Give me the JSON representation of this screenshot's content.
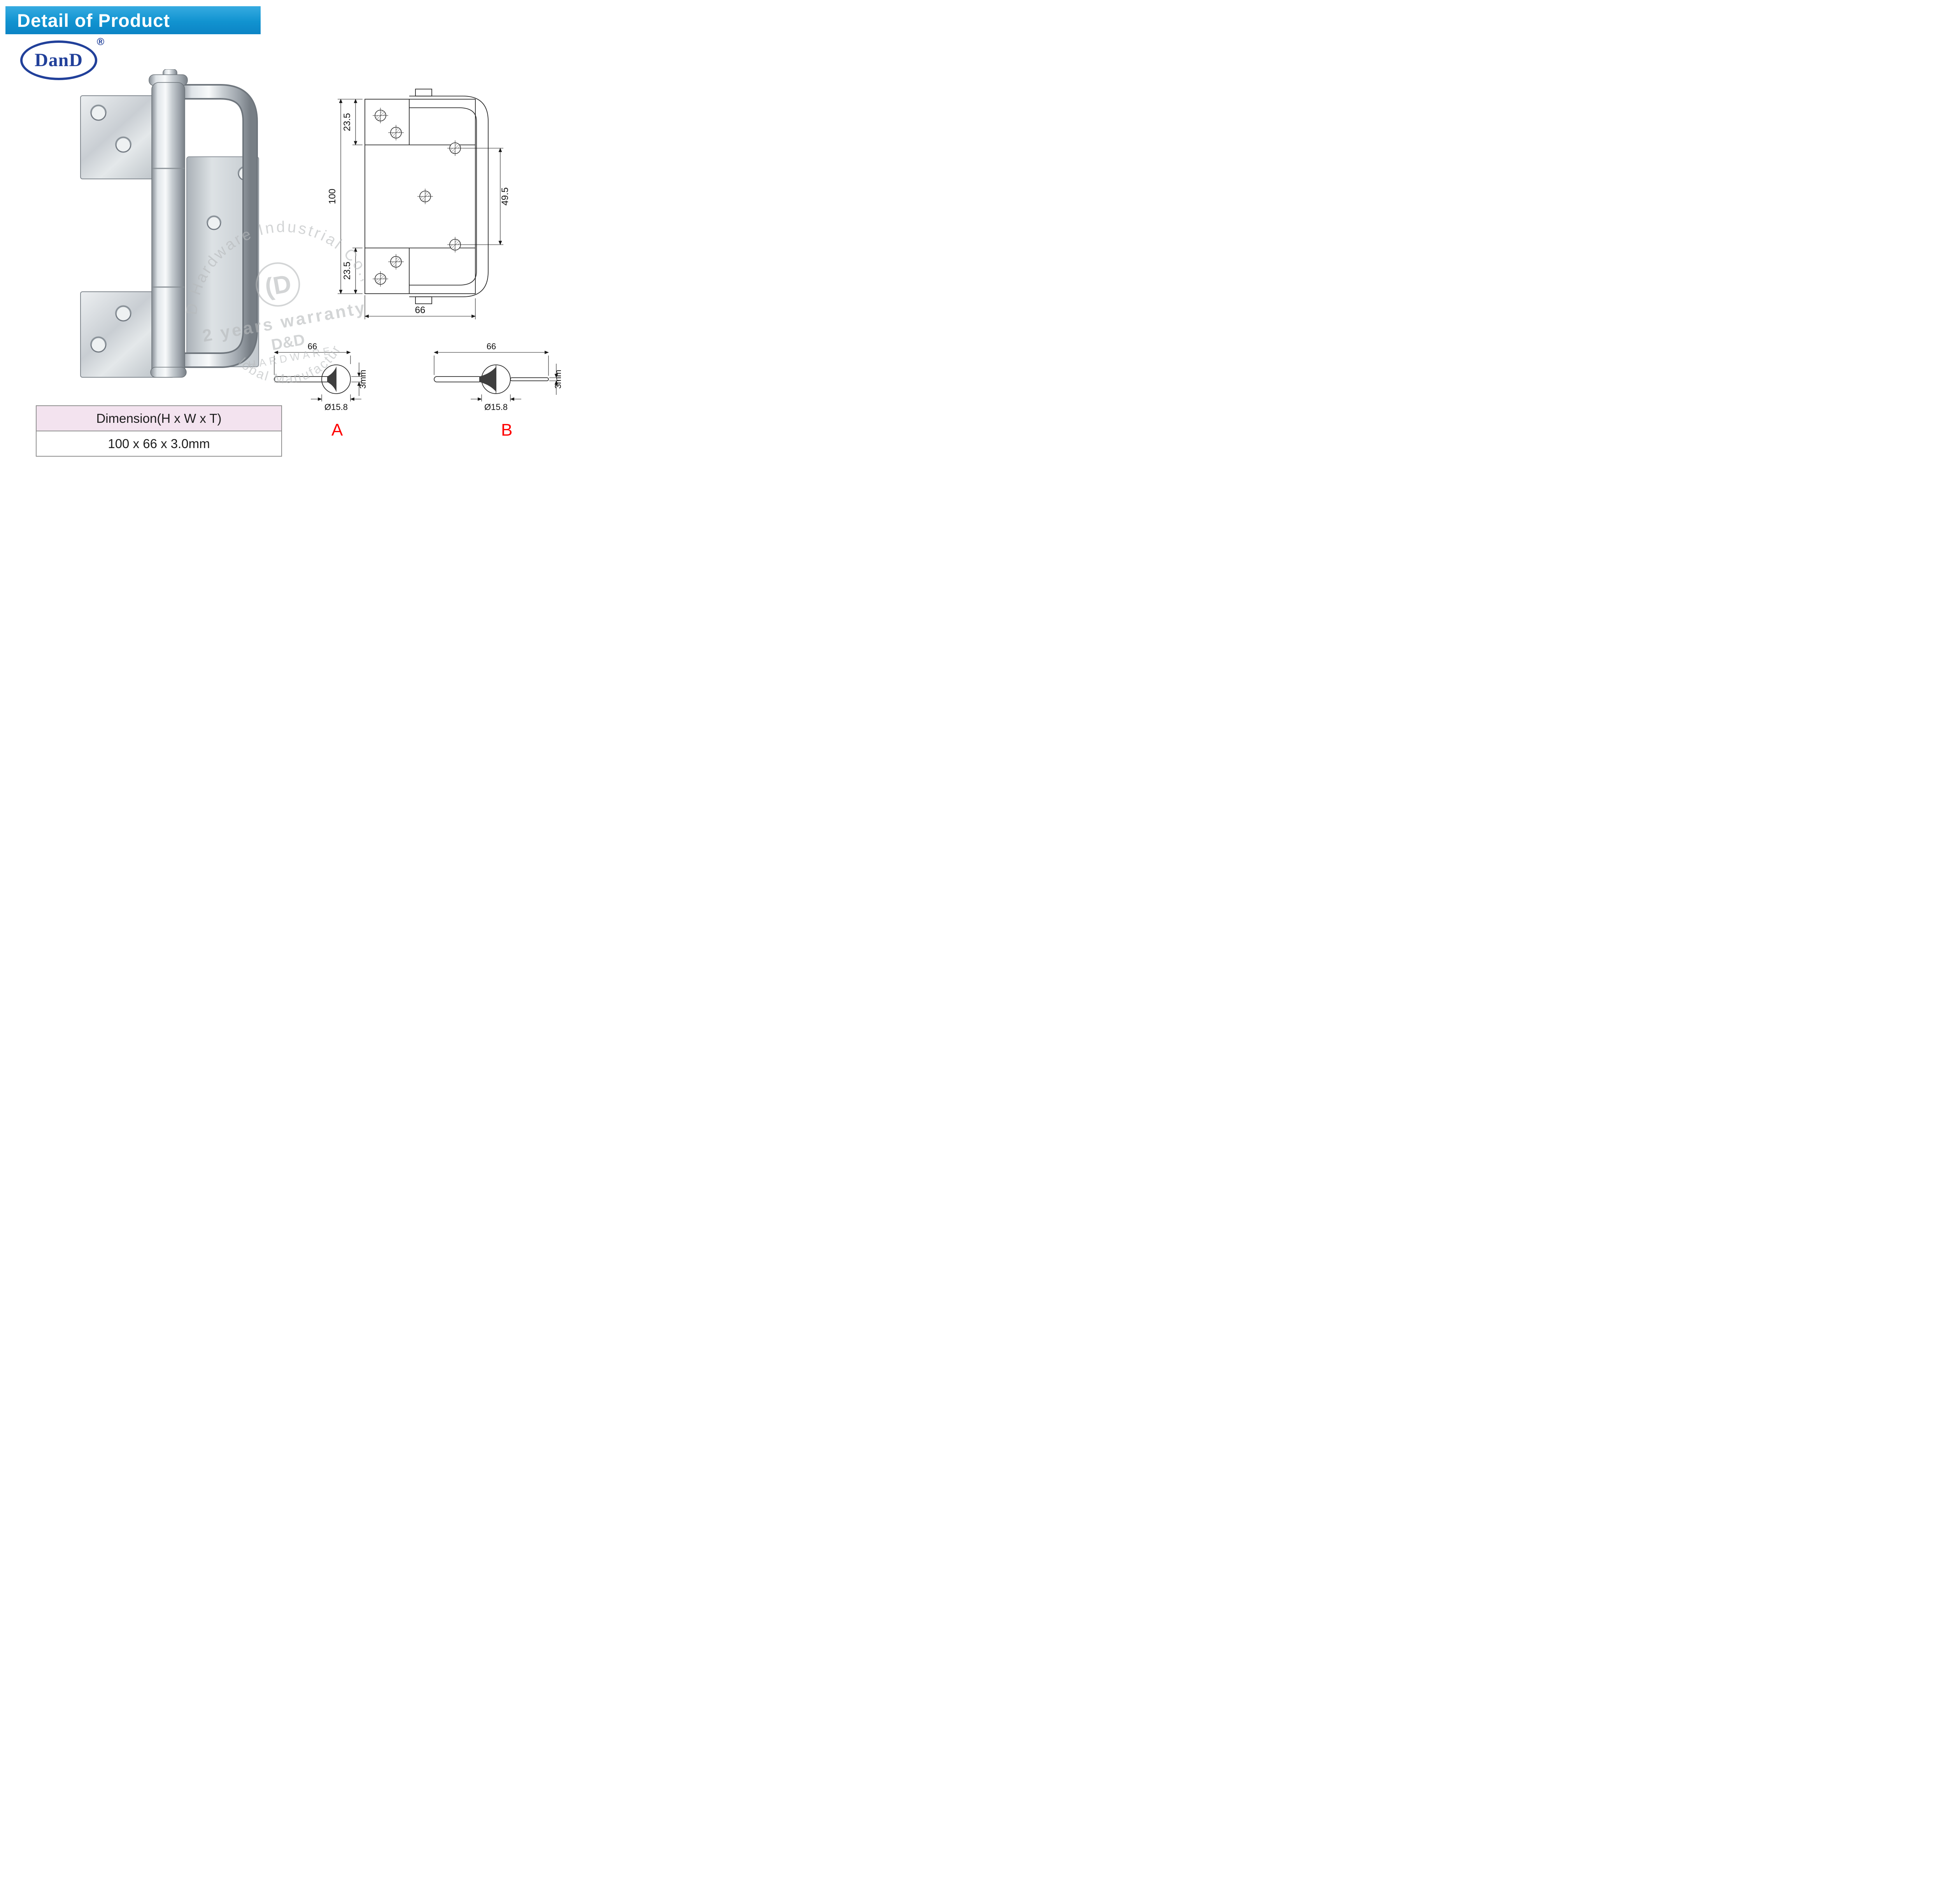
{
  "banner": {
    "title": "Detail of Product"
  },
  "logo": {
    "name": "DanD",
    "registered": "®"
  },
  "front_view": {
    "dim_plate_top": "23.5",
    "dim_height": "100",
    "dim_plate_bottom": "23.5",
    "dim_hole_spacing": "49.5",
    "dim_width": "66"
  },
  "side_view_a": {
    "label": "A",
    "dim_width": "66",
    "dim_thickness": "3mm",
    "dim_diameter": "Ø15.8"
  },
  "side_view_b": {
    "label": "B",
    "dim_width": "66",
    "dim_thickness": "3mm",
    "dim_diameter": "Ø15.8"
  },
  "spec_table": {
    "header": "Dimension(H x W x T)",
    "value": "100 x 66 x 3.0mm"
  },
  "watermark": {
    "arc_top": "D&D Hardware Industrial Co.,Ltd",
    "center_line1": "2 years warranty",
    "center_line2": "D&D",
    "center_line3": "HARDWARE",
    "arc_bottom": "Global Manufacturer",
    "logo_mark": "(D"
  },
  "colors": {
    "banner_blue": "#1193d0",
    "logo_navy": "#21409a",
    "view_label_red": "#fe0000",
    "table_header_bg": "#f3e3ef",
    "drawing_line": "#2b2b2b",
    "watermark_gray": "#b7babc"
  }
}
